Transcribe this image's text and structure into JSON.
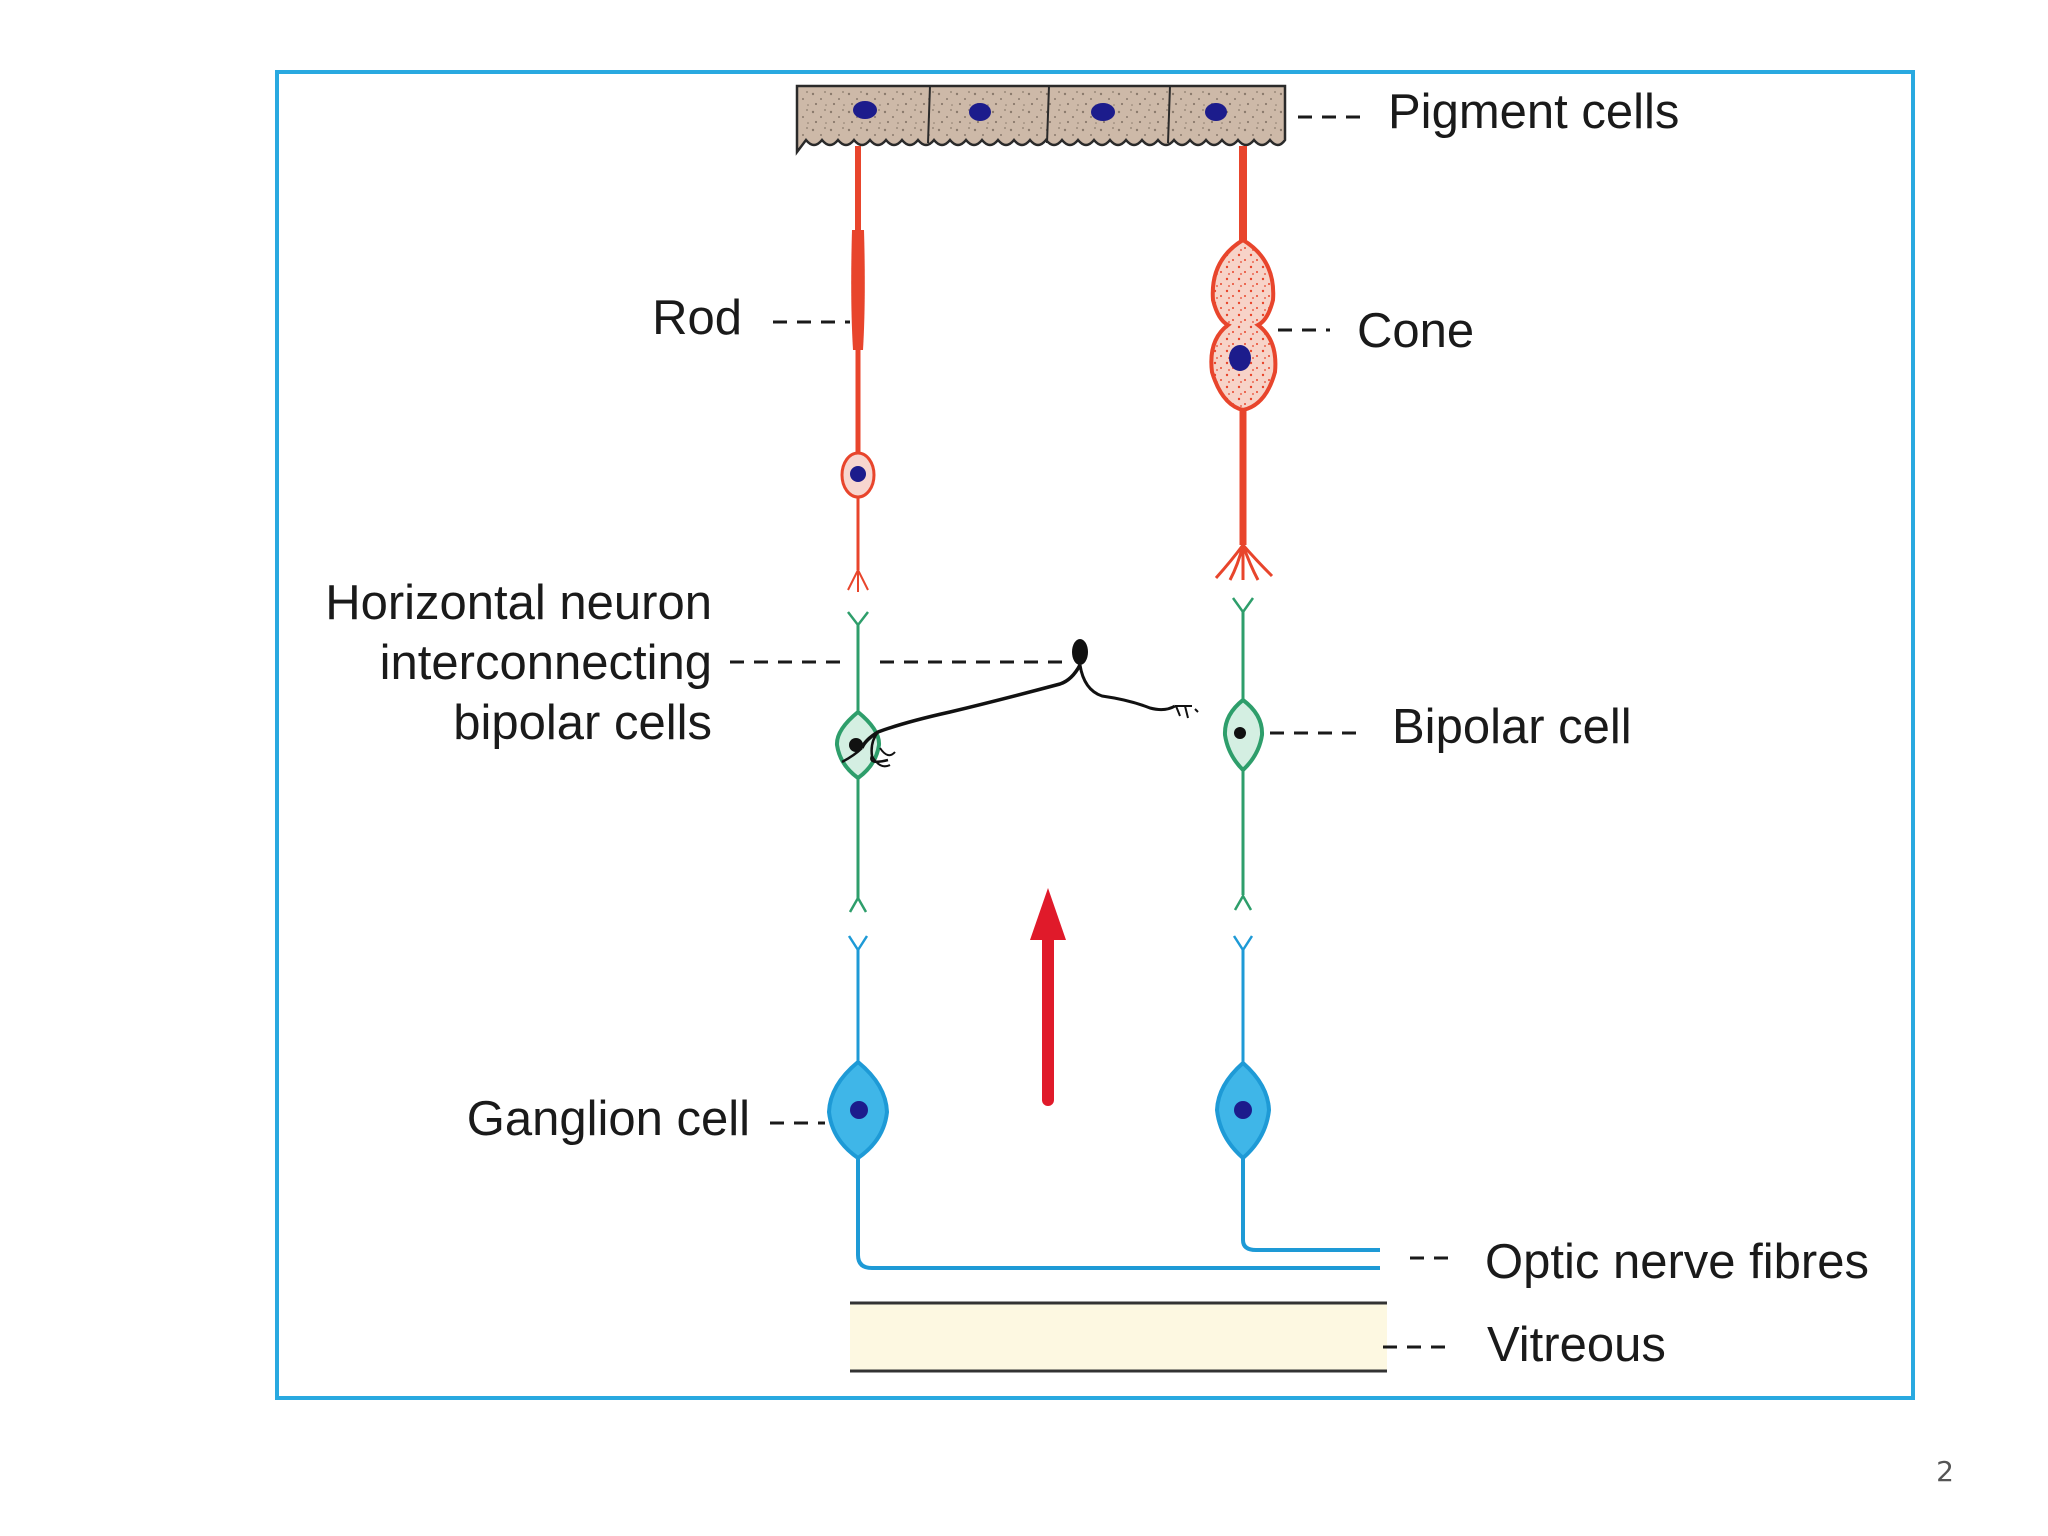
{
  "labels": {
    "pigment_cells": "Pigment cells",
    "rod": "Rod",
    "cone": "Cone",
    "horizontal_neuron": [
      "Horizontal neuron",
      "interconnecting",
      "bipolar cells"
    ],
    "bipolar_cell": "Bipolar cell",
    "ganglion_cell": "Ganglion cell",
    "optic_nerve_fibres": "Optic nerve fibres",
    "vitreous": "Vitreous"
  },
  "slide": {
    "page_number": "2"
  },
  "colors": {
    "frame": "#29a9e0",
    "pigment_layer": "#cdb9a8",
    "photoreceptor": "#e8452c",
    "bipolar": "#2e9e6b",
    "ganglion": "#1e9ad6",
    "nucleus": "#1c1c8c",
    "horizontal_neuron": "#111111",
    "arrow": "#e01a2a",
    "vitreous": "#fdf8e1"
  },
  "diagram": {
    "direction_arrow": "up",
    "icons": [
      "light-direction-arrow-icon"
    ]
  }
}
